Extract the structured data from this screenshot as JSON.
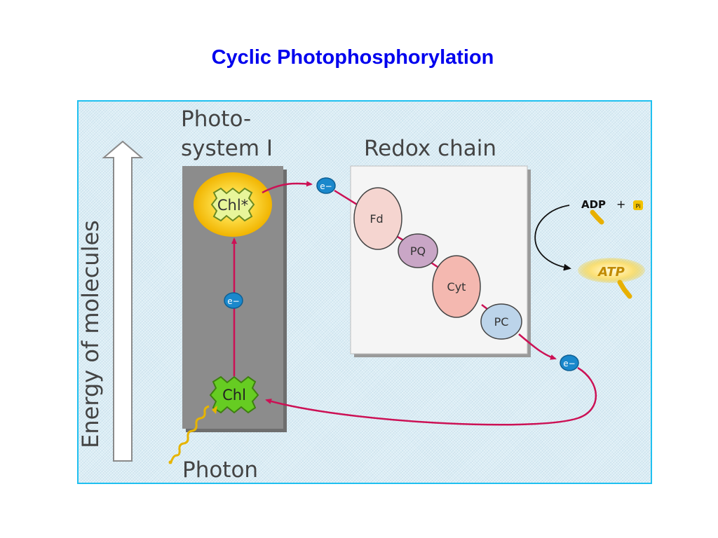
{
  "title": "Cyclic Photophosphorylation",
  "diagram": {
    "photosystem_label_line1": "Photo-",
    "photosystem_label_line2": "system I",
    "redox_chain_label": "Redox chain",
    "energy_axis_label": "Energy of  molecules",
    "photon_label": "Photon",
    "excited_chlorophyll": "Chl*",
    "ground_chlorophyll": "Chl",
    "electron": "e−",
    "carriers": [
      "Fd",
      "PQ",
      "Cyt",
      "PC"
    ],
    "adp_label": "ADP",
    "plus_sign": "+",
    "pi_label": "Pi",
    "atp_label": "ATP"
  },
  "colors": {
    "title": "#0000ee",
    "panel_border": "#1fc0f0",
    "arrow": "#cc1155",
    "electron": "#1a88cc",
    "ps_box": "#8c8c8c",
    "chl_green": "#66cc22",
    "glow": "#f7c800",
    "photon_wave": "#e6b400",
    "fd_fill": "#f5d5d0",
    "pq_fill": "#c9a6c6",
    "cyt_fill": "#f4b8b0",
    "pc_fill": "#bcd4ea"
  }
}
